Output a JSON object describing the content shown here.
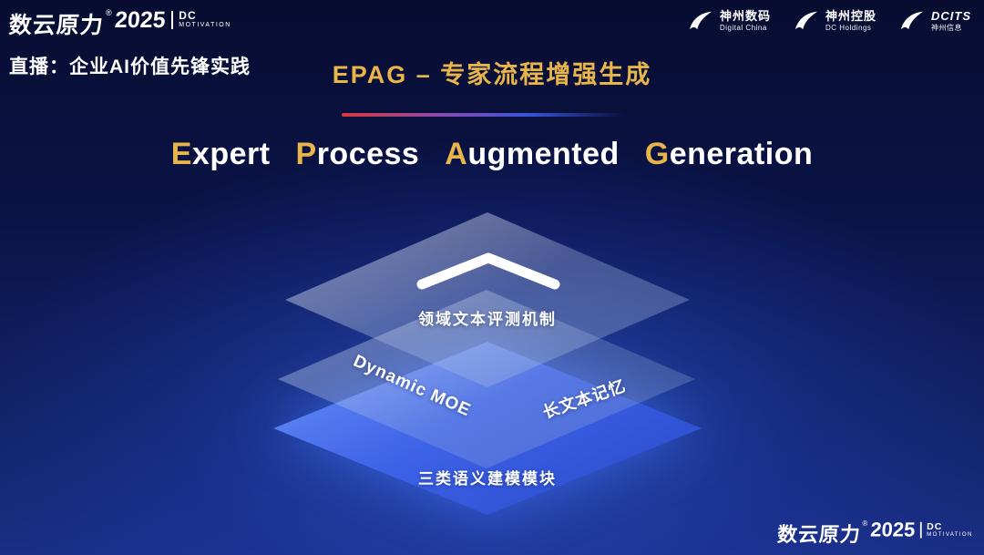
{
  "colors": {
    "accent_gold": "#e8b54a",
    "background_top": "#070c30",
    "background_glow": "#3a6af0",
    "bottom_layer_blue": "#3d63e8",
    "divider_red": "#d83a3a",
    "divider_blue": "#3a55d8"
  },
  "header": {
    "brand": {
      "name": "数云原力",
      "reg": "®",
      "year": "2025",
      "dc": "DC",
      "motivation": "MOTIVATION"
    },
    "live_label": "直播：企业AI价值先锋实践",
    "slide_title": "EPAG – 专家流程增强生成",
    "partners": [
      {
        "line1": "神州数码",
        "line2": "Digital China"
      },
      {
        "line1": "神州控股",
        "line2": "DC Holdings"
      },
      {
        "line1": "DCITS",
        "line2": "神州信息"
      }
    ]
  },
  "title": {
    "words": [
      {
        "initial": "E",
        "rest": "xpert"
      },
      {
        "initial": "P",
        "rest": "rocess"
      },
      {
        "initial": "A",
        "rest": "ugmented"
      },
      {
        "initial": "G",
        "rest": "eneration"
      }
    ]
  },
  "diagram": {
    "top_layer_label": "领域文本评测机制",
    "middle_layer_left_label": "Dynamic MOE",
    "middle_layer_right_label": "长文本记忆",
    "bottom_layer_label": "三类语义建模模块"
  }
}
